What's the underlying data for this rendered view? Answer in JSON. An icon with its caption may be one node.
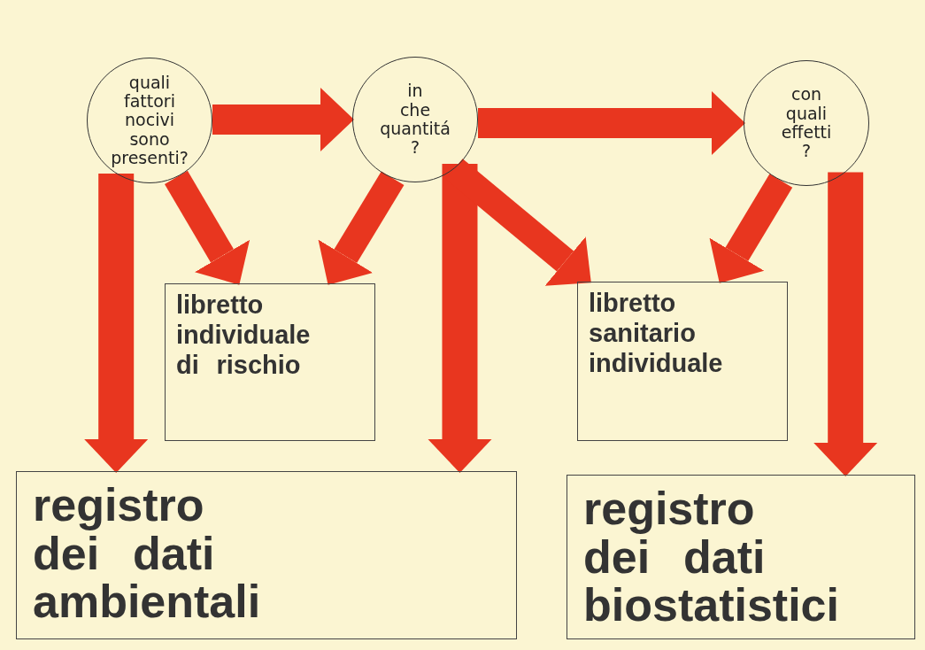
{
  "diagram": {
    "nodes": [
      {
        "text": [
          "quali fattori nocivi sono presenti?"
        ]
      },
      {
        "text": [
          "in che quantitá ?"
        ]
      },
      {
        "text": [
          "con quali effetti ?"
        ]
      },
      {
        "text": [
          "libretto individuale di rischio"
        ]
      },
      {
        "text": [
          "libretto sanitario individuale"
        ]
      },
      {
        "text": [
          "registro dei dati ambientali"
        ]
      },
      {
        "text": [
          "registro dei dati biostatistici"
        ]
      }
    ],
    "edges": [
      {
        "from": 0,
        "to": 1,
        "arrow": "to"
      },
      {
        "from": 1,
        "to": 2,
        "arrow": "to"
      },
      {
        "from": 0,
        "to": 5,
        "arrow": "to"
      },
      {
        "from": 0,
        "to": 3,
        "arrow": "to"
      },
      {
        "from": 1,
        "to": 3,
        "arrow": "to"
      },
      {
        "from": 1,
        "to": 5,
        "arrow": "to"
      },
      {
        "from": 1,
        "to": 4,
        "arrow": "to"
      },
      {
        "from": 2,
        "to": 4,
        "arrow": "to"
      },
      {
        "from": 2,
        "to": 6,
        "arrow": "to"
      }
    ]
  }
}
